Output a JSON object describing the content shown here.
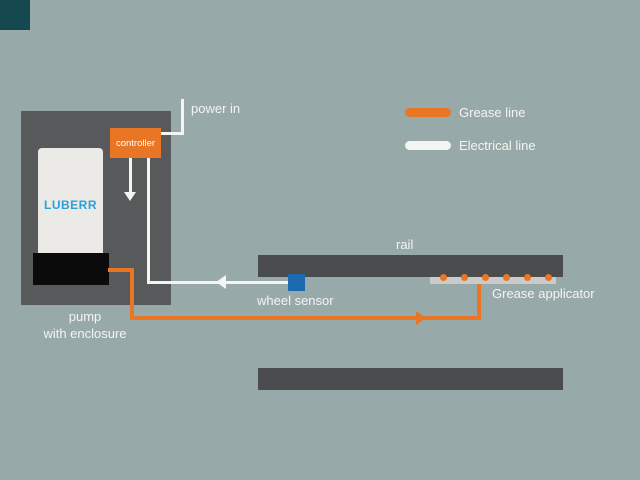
{
  "colors": {
    "background": "#98a9aa",
    "enclosure_gray": "#58595b",
    "rail_gray": "#4a4c4e",
    "pump_body": "#eceae6",
    "pump_base_black": "#0b0b0b",
    "grease_orange": "#e87625",
    "electrical_white": "#f4f4f1",
    "sensor_blue": "#1d6ab0",
    "luberr_blue": "#2aa0d8",
    "corner_square": "#16494f",
    "applicator_gray": "#c9cbcb"
  },
  "labels": {
    "power_in": "power in",
    "controller": "controller",
    "pump_brand": "LUBERR",
    "rail": "rail",
    "wheel_sensor": "wheel sensor",
    "grease_applicator": "Grease applicator",
    "pump_caption_line1": "pump",
    "pump_caption_line2": "with enclosure"
  },
  "legend": {
    "items": [
      {
        "label": "Grease line",
        "color": "#e87625"
      },
      {
        "label": "Electrical line",
        "color": "#f4f4f1"
      }
    ]
  }
}
